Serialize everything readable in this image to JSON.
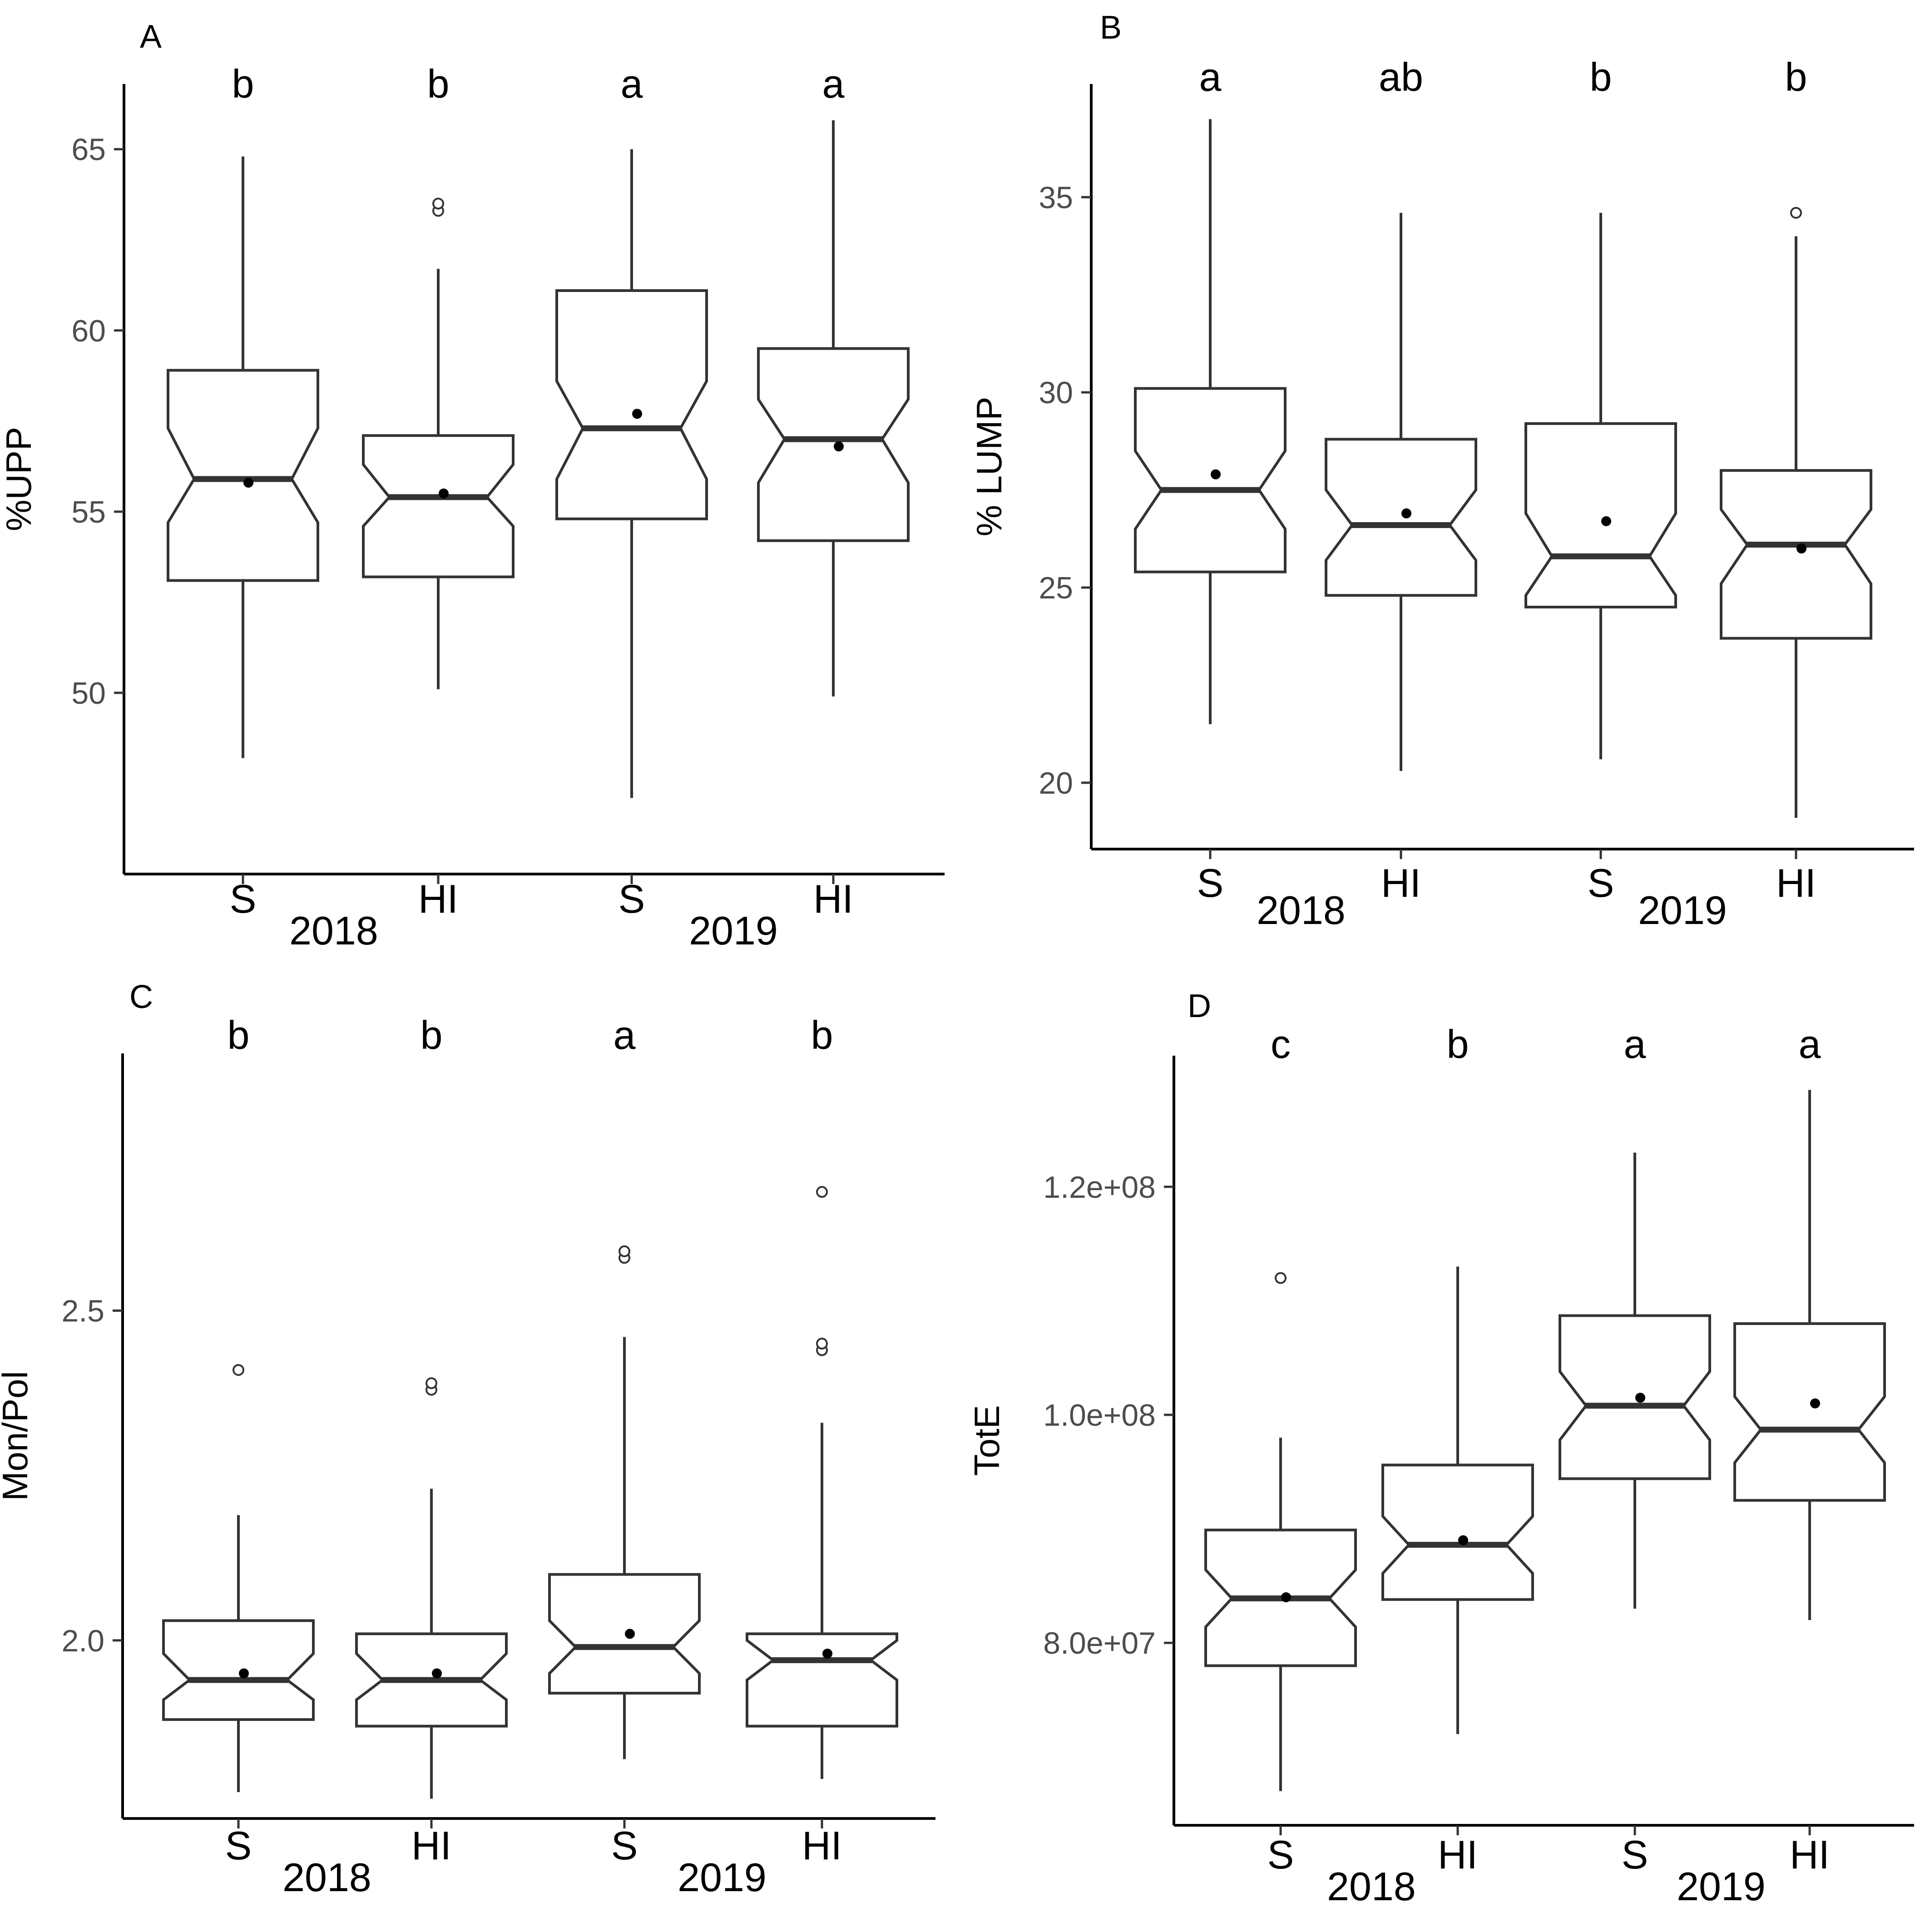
{
  "chart_data": [
    {
      "type": "boxplot",
      "panel_label": "A",
      "ylabel": "%UPP",
      "xlabel": "",
      "ylim": [
        45.0,
        66.8
      ],
      "yticks": [
        50,
        55,
        60,
        65
      ],
      "ytick_labels": [
        "50",
        "55",
        "60",
        "65"
      ],
      "grid": false,
      "categories": [
        "S",
        "HI",
        "S",
        "HI"
      ],
      "groups": [
        {
          "label": "2018",
          "span": [
            0,
            1
          ]
        },
        {
          "label": "2019",
          "span": [
            2,
            3
          ]
        }
      ],
      "letters": [
        "b",
        "b",
        "a",
        "a"
      ],
      "boxes": [
        {
          "whisker_low": 48.2,
          "q1": 53.1,
          "notch_low": 54.7,
          "median": 55.9,
          "notch_high": 57.3,
          "q3": 58.9,
          "whisker_high": 64.8,
          "mean": 55.8,
          "outliers": []
        },
        {
          "whisker_low": 50.1,
          "q1": 53.2,
          "notch_low": 54.6,
          "median": 55.4,
          "notch_high": 56.3,
          "q3": 57.1,
          "whisker_high": 61.7,
          "mean": 55.5,
          "outliers": [
            63.3,
            63.5
          ]
        },
        {
          "whisker_low": 47.1,
          "q1": 54.8,
          "notch_low": 55.9,
          "median": 57.3,
          "notch_high": 58.6,
          "q3": 61.1,
          "whisker_high": 65.0,
          "mean": 57.7,
          "outliers": []
        },
        {
          "whisker_low": 49.9,
          "q1": 54.2,
          "notch_low": 55.8,
          "median": 57.0,
          "notch_high": 58.1,
          "q3": 59.5,
          "whisker_high": 65.8,
          "mean": 56.8,
          "outliers": []
        }
      ]
    },
    {
      "type": "boxplot",
      "panel_label": "B",
      "ylabel": "% LUMP",
      "xlabel": "",
      "ylim": [
        18.3,
        37.9
      ],
      "yticks": [
        20,
        25,
        30,
        35
      ],
      "ytick_labels": [
        "20",
        "25",
        "30",
        "35"
      ],
      "grid": false,
      "categories": [
        "S",
        "HI",
        "S",
        "HI"
      ],
      "groups": [
        {
          "label": "2018",
          "span": [
            0,
            1
          ]
        },
        {
          "label": "2019",
          "span": [
            2,
            3
          ]
        }
      ],
      "letters": [
        "a",
        "ab",
        "b",
        "b"
      ],
      "boxes": [
        {
          "whisker_low": 21.5,
          "q1": 25.4,
          "notch_low": 26.5,
          "median": 27.5,
          "notch_high": 28.5,
          "q3": 30.1,
          "whisker_high": 37.0,
          "mean": 27.9,
          "outliers": []
        },
        {
          "whisker_low": 20.3,
          "q1": 24.8,
          "notch_low": 25.7,
          "median": 26.6,
          "notch_high": 27.5,
          "q3": 28.8,
          "whisker_high": 34.6,
          "mean": 26.9,
          "outliers": []
        },
        {
          "whisker_low": 20.6,
          "q1": 24.5,
          "notch_low": 24.8,
          "median": 25.8,
          "notch_high": 26.9,
          "q3": 29.2,
          "whisker_high": 34.6,
          "mean": 26.7,
          "outliers": []
        },
        {
          "whisker_low": 19.1,
          "q1": 23.7,
          "notch_low": 25.1,
          "median": 26.1,
          "notch_high": 27.0,
          "q3": 28.0,
          "whisker_high": 34.0,
          "mean": 26.0,
          "outliers": [
            34.6
          ]
        }
      ]
    },
    {
      "type": "boxplot",
      "panel_label": "C",
      "ylabel": "Mon/Pol",
      "xlabel": "",
      "ylim": [
        1.73,
        2.89
      ],
      "yticks": [
        2.0,
        2.5
      ],
      "ytick_labels": [
        "2.0",
        "2.5"
      ],
      "grid": false,
      "categories": [
        "S",
        "HI",
        "S",
        "HI"
      ],
      "groups": [
        {
          "label": "2018",
          "span": [
            0,
            1
          ]
        },
        {
          "label": "2019",
          "span": [
            2,
            3
          ]
        }
      ],
      "letters": [
        "b",
        "b",
        "a",
        "b"
      ],
      "boxes": [
        {
          "whisker_low": 1.77,
          "q1": 1.88,
          "notch_low": 1.91,
          "median": 1.94,
          "notch_high": 1.98,
          "q3": 2.03,
          "whisker_high": 2.19,
          "mean": 1.95,
          "outliers": [
            2.41
          ]
        },
        {
          "whisker_low": 1.76,
          "q1": 1.87,
          "notch_low": 1.91,
          "median": 1.94,
          "notch_high": 1.98,
          "q3": 2.01,
          "whisker_high": 2.23,
          "mean": 1.95,
          "outliers": [
            2.38,
            2.39
          ]
        },
        {
          "whisker_low": 1.82,
          "q1": 1.92,
          "notch_low": 1.95,
          "median": 1.99,
          "notch_high": 2.03,
          "q3": 2.1,
          "whisker_high": 2.46,
          "mean": 2.01,
          "outliers": [
            2.58,
            2.59
          ]
        },
        {
          "whisker_low": 1.79,
          "q1": 1.87,
          "notch_low": 1.94,
          "median": 1.97,
          "notch_high": 2.0,
          "q3": 2.01,
          "whisker_high": 2.33,
          "mean": 1.98,
          "outliers": [
            2.44,
            2.45,
            2.68
          ]
        }
      ]
    },
    {
      "type": "boxplot",
      "panel_label": "D",
      "ylabel": "TotE",
      "xlabel": "",
      "ylim": [
        64000000,
        131500000
      ],
      "yticks": [
        80000000,
        100000000,
        120000000
      ],
      "ytick_labels": [
        "8.0e+07",
        "1.0e+08",
        "1.2e+08"
      ],
      "grid": false,
      "categories": [
        "S",
        "HI",
        "S",
        "HI"
      ],
      "groups": [
        {
          "label": "2018",
          "span": [
            0,
            1
          ]
        },
        {
          "label": "2019",
          "span": [
            2,
            3
          ]
        }
      ],
      "letters": [
        "c",
        "b",
        "a",
        "a"
      ],
      "boxes": [
        {
          "whisker_low": 67000000,
          "q1": 78000000,
          "notch_low": 81400000,
          "median": 83900000,
          "notch_high": 86400000,
          "q3": 89900000,
          "whisker_high": 98000000,
          "mean": 84000000,
          "outliers": [
            112000000
          ]
        },
        {
          "whisker_low": 72000000,
          "q1": 83800000,
          "notch_low": 86100000,
          "median": 88600000,
          "notch_high": 91100000,
          "q3": 95600000,
          "whisker_high": 113000000,
          "mean": 89000000,
          "outliers": []
        },
        {
          "whisker_low": 83000000,
          "q1": 94400000,
          "notch_low": 97800000,
          "median": 100800000,
          "notch_high": 103800000,
          "q3": 108700000,
          "whisker_high": 123000000,
          "mean": 101500000,
          "outliers": []
        },
        {
          "whisker_low": 82000000,
          "q1": 92500000,
          "notch_low": 95800000,
          "median": 98700000,
          "notch_high": 101600000,
          "q3": 108000000,
          "whisker_high": 128500000,
          "mean": 101000000,
          "outliers": []
        }
      ]
    }
  ]
}
